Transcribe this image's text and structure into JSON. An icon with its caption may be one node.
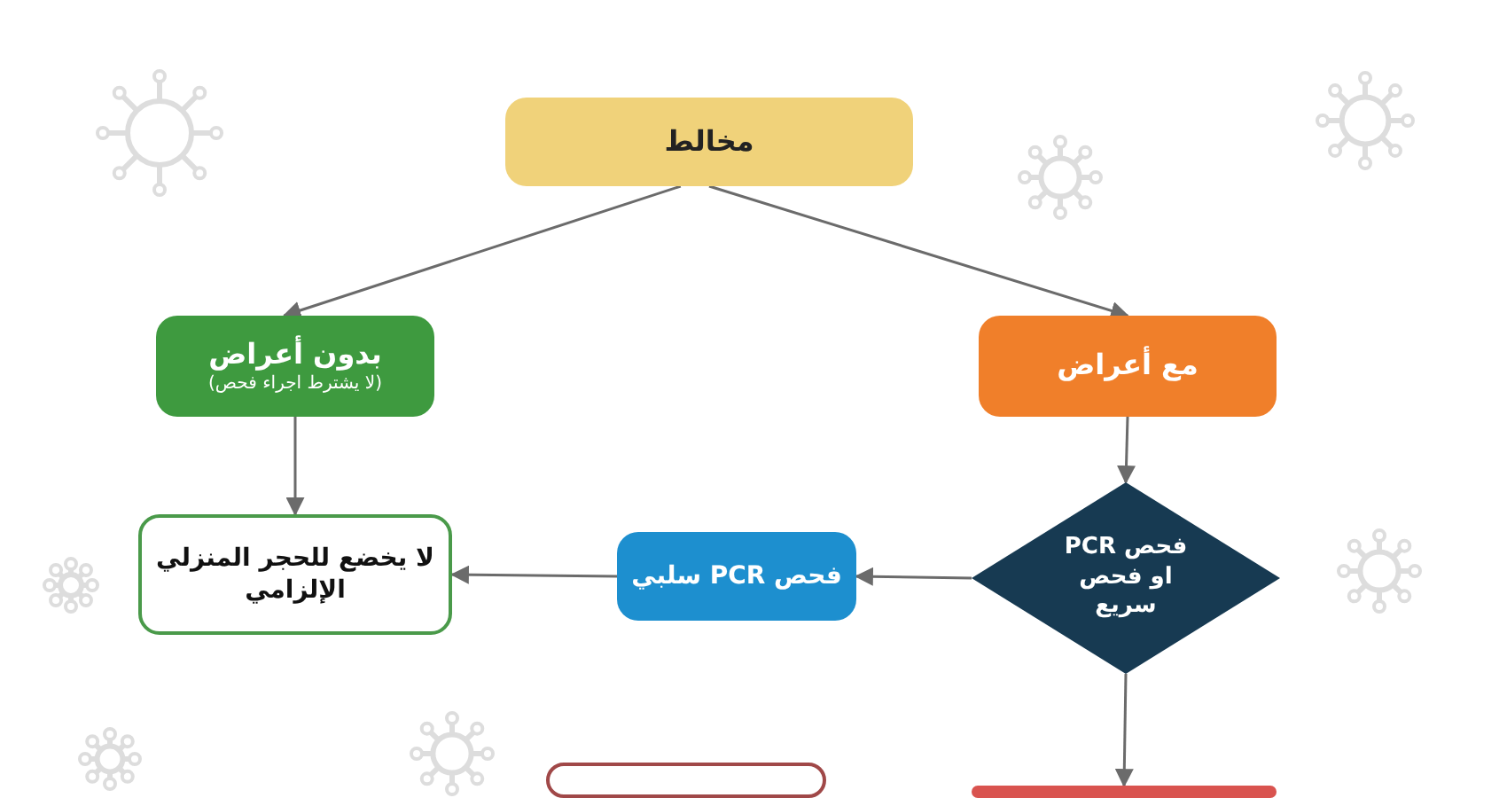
{
  "diagram": {
    "nodes": [
      {
        "text": [
          "مخالط"
        ]
      },
      {
        "text": [
          "بدون أعراض",
          "(لا يشترط اجراء فحص)"
        ]
      },
      {
        "text": [
          "مع أعراض"
        ]
      },
      {
        "text": [
          "لا يخضع للحجر المنزلي الإلزامي"
        ]
      },
      {
        "text": [
          "فحص PCR سلبي"
        ]
      },
      {
        "text": [
          "فحص PCR او فحص سريع"
        ]
      },
      {
        "text": [],
        "shape": "box"
      },
      {
        "text": [],
        "shape": "box"
      }
    ],
    "edges": [
      {
        "from": 0,
        "to": 1,
        "arrow": "to"
      },
      {
        "from": 0,
        "to": 2,
        "arrow": "to"
      },
      {
        "from": 1,
        "to": 3,
        "arrow": "to"
      },
      {
        "from": 2,
        "to": 5,
        "arrow": "to"
      },
      {
        "from": 5,
        "to": 4,
        "arrow": "to"
      },
      {
        "from": 4,
        "to": 3,
        "arrow": "to"
      },
      {
        "from": 5,
        "to": 7,
        "arrow": "to"
      }
    ]
  }
}
